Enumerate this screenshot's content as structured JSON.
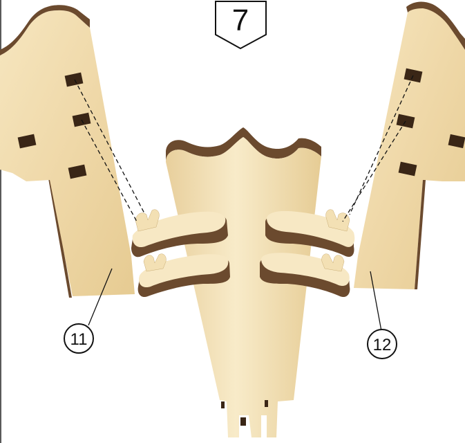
{
  "step": {
    "number": "7"
  },
  "parts": [
    {
      "id": "11"
    },
    {
      "id": "12"
    }
  ],
  "colors": {
    "wood_face": "#efd9ab",
    "wood_face_light": "#f7e8c4",
    "wood_edge": "#6b4a2e",
    "wood_edge_dark": "#4f3420",
    "slot": "#3a2616",
    "line": "#111111"
  }
}
